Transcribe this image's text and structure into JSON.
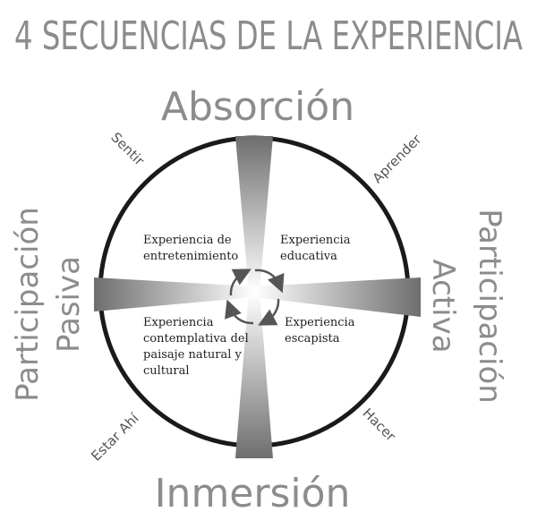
{
  "title": "4 SECUENCIAS DE LA EXPERIENCIA",
  "axes": {
    "top": "Absorción",
    "bottom": "Inmersión",
    "left_outer": "Participación",
    "left_inner": "Pasiva",
    "right_outer": "Participación",
    "right_inner": "Activa"
  },
  "diagonals": {
    "top_left": "Sentir",
    "top_right": "Aprender",
    "bottom_left": "Estar Ahí",
    "bottom_right": "Hacer"
  },
  "quadrants": {
    "top_left": [
      "Experiencia de",
      "entretenimiento"
    ],
    "top_right": [
      "Experiencia",
      "educativa"
    ],
    "bottom_left": [
      "Experiencia",
      "contemplativa del",
      "paisaje natural y",
      "cultural"
    ],
    "bottom_right": [
      "Experiencia",
      "escapista"
    ]
  },
  "colors": {
    "text_gray": "#8c8c8c",
    "arm_dark": "#6e6e6e",
    "circle": "#1a1a1a"
  }
}
